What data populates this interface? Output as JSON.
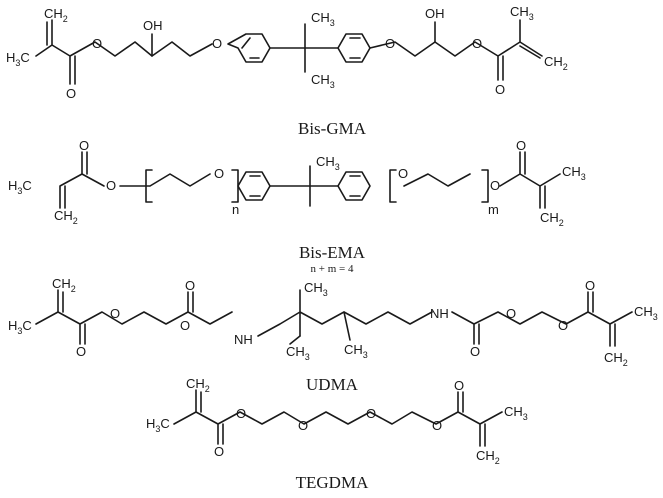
{
  "molecules": [
    {
      "name": "Bis-GMA"
    },
    {
      "name": "Bis-EMA",
      "note": "n + m = 4",
      "sub_n": "n",
      "sub_m": "m"
    },
    {
      "name": "UDMA"
    },
    {
      "name": "TEGDMA"
    }
  ],
  "atoms": {
    "ch2": "CH",
    "ch3": "CH",
    "h3c": "H",
    "h3c_tail": "C",
    "sub2": "2",
    "sub3": "3",
    "o": "O",
    "oh": "OH",
    "nh": "NH"
  }
}
